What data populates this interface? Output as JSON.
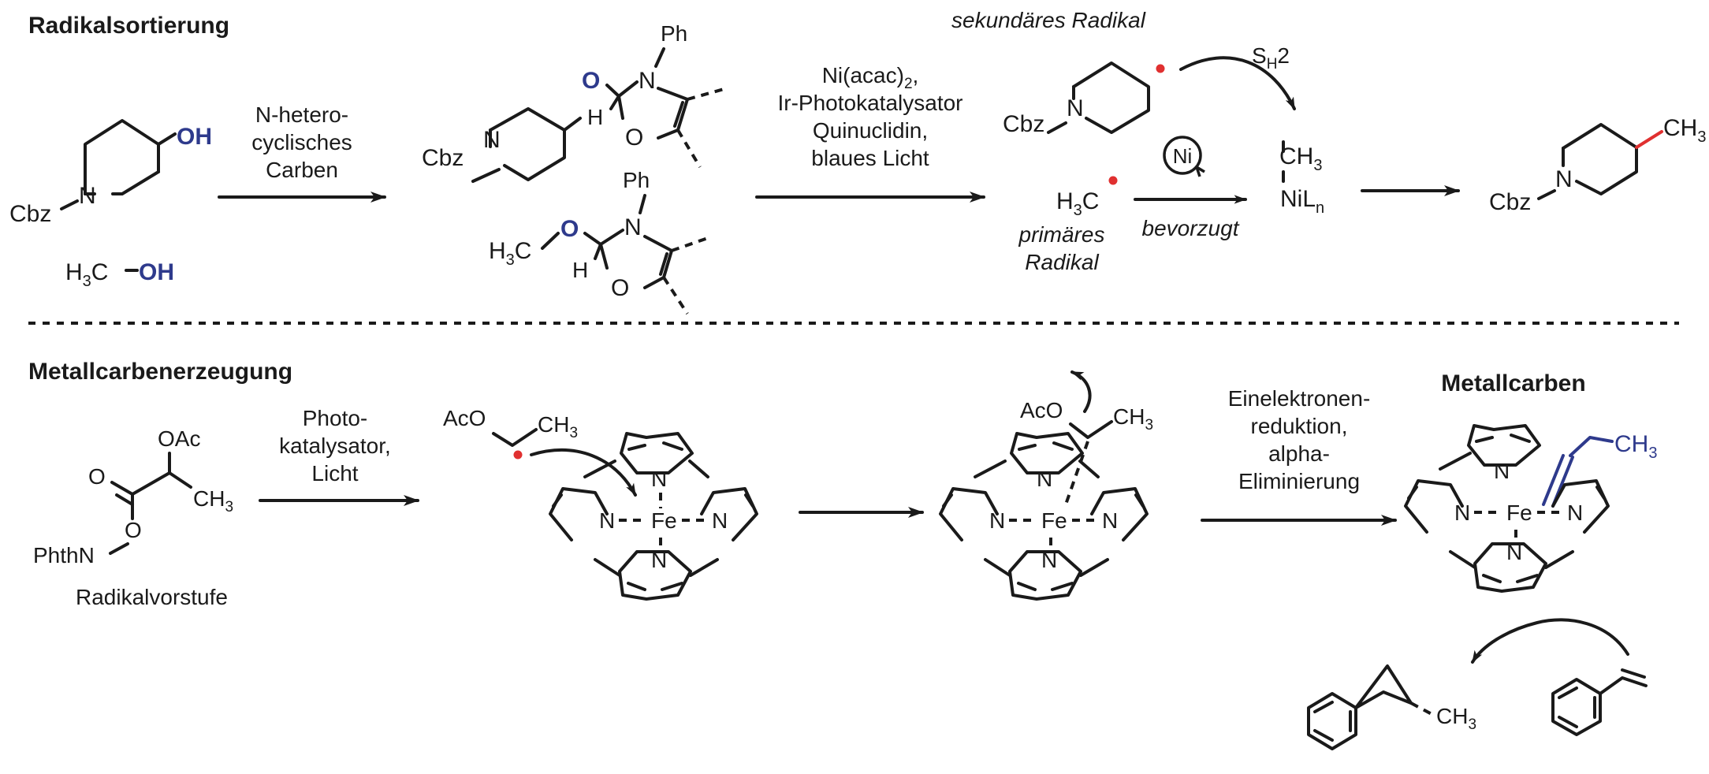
{
  "colors": {
    "ink": "#1a1a1a",
    "accent_blue": "#2e3a8c",
    "radical_red": "#e03030"
  },
  "top": {
    "title": "Radikalsortierung",
    "start": {
      "Cbz": "Cbz",
      "N": "N",
      "OH": "OH",
      "methanol_C": "H3C",
      "methanol_OH": "OH"
    },
    "step1": [
      "N-hetero-",
      "cyclisches",
      "Carben"
    ],
    "adduct1": {
      "Ph": "Ph",
      "N": "N",
      "O": "O",
      "H": "H",
      "Cbz": "Cbz",
      "ringN": "N",
      "O2": "O"
    },
    "adduct2": {
      "Ph": "Ph",
      "N": "N",
      "O": "O",
      "H": "H",
      "C": "H3C",
      "O2": "O"
    },
    "step2": [
      "Ni(acac)2,",
      "Ir-Photokatalysator",
      "Quinuclidin,",
      "blaues Licht"
    ],
    "secondary_label": "sekundäres Radikal",
    "secondary_Cbz": "Cbz",
    "secondary_N": "N",
    "sh2": "SH2",
    "ni": "Ni",
    "primary_C": "H3C",
    "primary_label": [
      "primäres",
      "Radikal"
    ],
    "preferred": "bevorzugt",
    "complex_CH3": "CH3",
    "complex_Ni": "NiLn",
    "product_Cbz": "Cbz",
    "product_N": "N",
    "product_CH3": "CH3"
  },
  "bottom": {
    "title": "Metallcarbenerzeugung",
    "precursor": {
      "OAc": "OAc",
      "O": "O",
      "CH3": "CH3",
      "O2": "O",
      "PhthN": "PhthN"
    },
    "precursor_label": "Radikalvorstufe",
    "step1": [
      "Photo-",
      "katalysator,",
      "Licht"
    ],
    "radical": {
      "AcO": "AcO",
      "CH3": "CH3"
    },
    "porphyrin1": {
      "Fe": "Fe",
      "N_top": "N",
      "N_left": "N",
      "N_right": "N",
      "N_bottom": "N"
    },
    "porphyrin2": {
      "AcO": "AcO",
      "CH3": "CH3",
      "Fe": "Fe",
      "N_top": "N",
      "N_left": "N",
      "N_right": "N",
      "N_bottom": "N"
    },
    "step3": [
      "Einelektronen-",
      "reduktion,",
      "alpha-",
      "Eliminierung"
    ],
    "carbene_title": "Metallcarben",
    "carbene": {
      "CH3": "CH3",
      "Fe": "Fe",
      "N_top": "N",
      "N_left": "N",
      "N_right": "N",
      "N_bottom": "N"
    },
    "cyclopropane_CH3": "CH3"
  }
}
